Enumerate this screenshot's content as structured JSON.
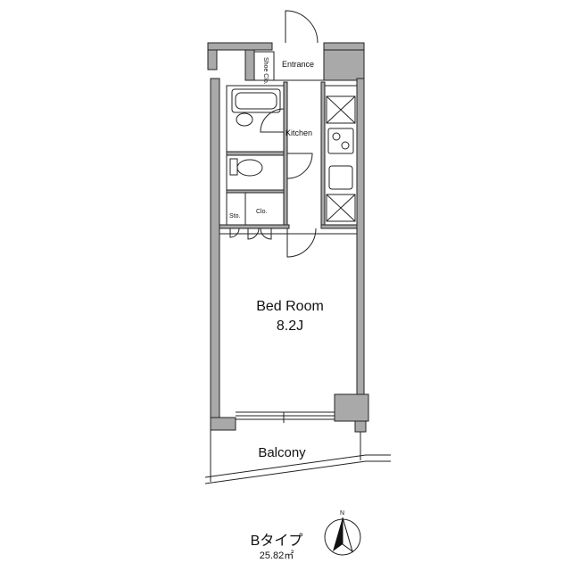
{
  "rooms": {
    "entrance": "Entrance",
    "shoe_closet": "Shoe Clo.",
    "kitchen": "Kitchen",
    "closet": "Clo.",
    "storage": "Sto.",
    "bedroom": "Bed Room",
    "bedroom_size": "8.2J",
    "balcony": "Balcony"
  },
  "unit": {
    "type": "Bタイプ",
    "area": "25.82㎡"
  },
  "compass": {
    "north": "N"
  },
  "colors": {
    "wall": "#a9a9a9",
    "line": "#222222",
    "background": "#ffffff"
  }
}
